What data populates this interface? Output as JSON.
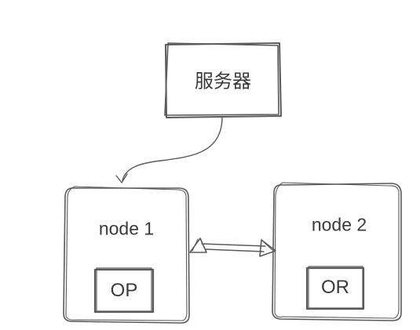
{
  "diagram": {
    "server": {
      "label": "服务器"
    },
    "node1": {
      "label": "node 1",
      "inner_label": "OP"
    },
    "node2": {
      "label": "node 2",
      "inner_label": "OR"
    },
    "edges": [
      {
        "from": "server",
        "to": "node1",
        "arrowhead": "end"
      },
      {
        "from": "node1",
        "to": "node2",
        "arrowhead": "both"
      }
    ],
    "colors": {
      "stroke": "#5a5a5a",
      "text": "#3a3a3a",
      "background": "#ffffff"
    }
  }
}
